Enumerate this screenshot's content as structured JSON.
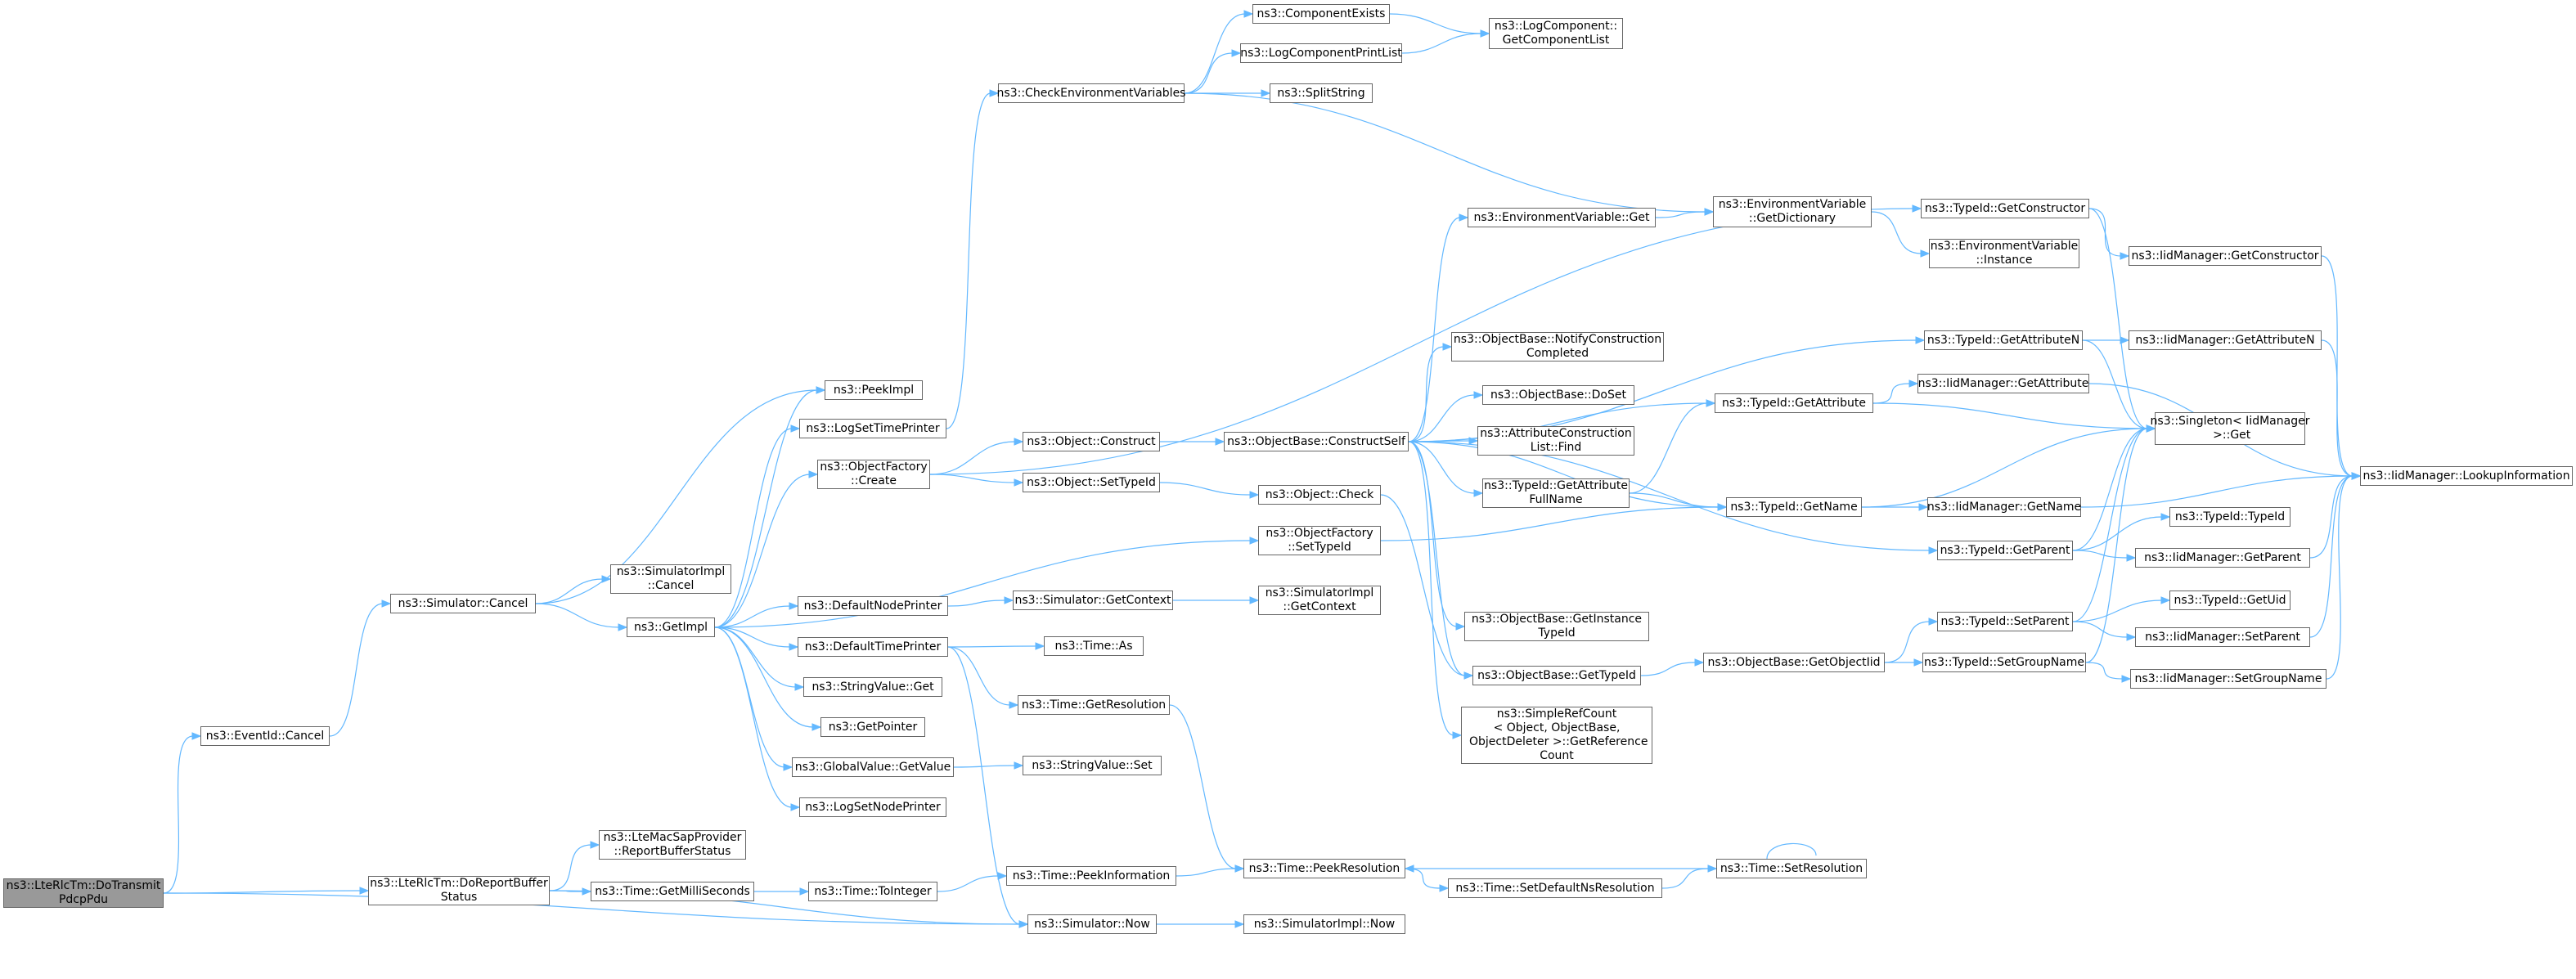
{
  "colors": {
    "edge": "#63B8FF",
    "node_border": "#666666",
    "root_fill": "#999999"
  },
  "nodes": {
    "root": "ns3::LteRlcTm::DoTransmit\nPdcpPdu",
    "eventid_cancel": "ns3::EventId::Cancel",
    "do_report": "ns3::LteRlcTm::DoReportBuffer\nStatus",
    "report_buffer_status": "ns3::LteMacSapProvider\n::ReportBufferStatus",
    "get_milliseconds": "ns3::Time::GetMilliSeconds",
    "simulator_cancel": "ns3::Simulator::Cancel",
    "simulatorimpl_cancel": "ns3::SimulatorImpl\n::Cancel",
    "getimpl": "ns3::GetImpl",
    "peekimpl": "ns3::PeekImpl",
    "logsettimeprinter": "ns3::LogSetTimePrinter",
    "objectfactory_create": "ns3::ObjectFactory\n::Create",
    "defaultnodeprinter": "ns3::DefaultNodePrinter",
    "defaulttimeprinter": "ns3::DefaultTimePrinter",
    "stringvalue_get": "ns3::StringValue::Get",
    "getpointer": "ns3::GetPointer",
    "globalvalue_getvalue": "ns3::GlobalValue::GetValue",
    "logsetnodeprinter": "ns3::LogSetNodePrinter",
    "time_tointeger": "ns3::Time::ToInteger",
    "check_env": "ns3::CheckEnvironmentVariables",
    "object_construct": "ns3::Object::Construct",
    "object_settypeid": "ns3::Object::SetTypeId",
    "simulator_getcontext": "ns3::Simulator::GetContext",
    "time_as": "ns3::Time::As",
    "time_getresolution": "ns3::Time::GetResolution",
    "stringvalue_set": "ns3::StringValue::Set",
    "time_peekinformation": "ns3::Time::PeekInformation",
    "simulator_now": "ns3::Simulator::Now",
    "componentexists": "ns3::ComponentExists",
    "logcomponentprintlist": "ns3::LogComponentPrintList",
    "splitstring": "ns3::SplitString",
    "objectbase_constructself": "ns3::ObjectBase::ConstructSelf",
    "object_check": "ns3::Object::Check",
    "objectfactory_settypeid": "ns3::ObjectFactory\n::SetTypeId",
    "simulatorimpl_getcontext": "ns3::SimulatorImpl\n::GetContext",
    "time_peekresolution": "ns3::Time::PeekResolution",
    "simulatorimpl_now": "ns3::SimulatorImpl::Now",
    "logcomponent_getcomponentlist": "ns3::LogComponent::\nGetComponentList",
    "envvar_get": "ns3::EnvironmentVariable::Get",
    "notifyconstructioncompleted": "ns3::ObjectBase::NotifyConstruction\nCompleted",
    "objectbase_doset": "ns3::ObjectBase::DoSet",
    "attributeconstructionlist_find": "ns3::AttributeConstruction\nList::Find",
    "typeid_getattributefullname": "ns3::TypeId::GetAttribute\nFullName",
    "objectbase_getinstancetypeid": "ns3::ObjectBase::GetInstance\nTypeId",
    "objectbase_gettypeid": "ns3::ObjectBase::GetTypeId",
    "simplerefcount_getreferencecount": "ns3::SimpleRefCount\n< Object, ObjectBase,\n ObjectDeleter >::GetReference\nCount",
    "time_setdefaultnsresolution": "ns3::Time::SetDefaultNsResolution",
    "envvar_getdictionary": "ns3::EnvironmentVariable\n::GetDictionary",
    "typeid_getattribute": "ns3::TypeId::GetAttribute",
    "typeid_getname": "ns3::TypeId::GetName",
    "objectbase_getobjectiid": "ns3::ObjectBase::GetObjectIid",
    "time_setresolution": "ns3::Time::SetResolution",
    "typeid_getconstructor": "ns3::TypeId::GetConstructor",
    "envvar_instance": "ns3::EnvironmentVariable\n::Instance",
    "typeid_getattributen": "ns3::TypeId::GetAttributeN",
    "iidmanager_getattribute": "ns3::IidManager::GetAttribute",
    "iidmanager_getname": "ns3::IidManager::GetName",
    "typeid_getparent": "ns3::TypeId::GetParent",
    "typeid_setparent": "ns3::TypeId::SetParent",
    "typeid_setgroupname": "ns3::TypeId::SetGroupName",
    "iidmanager_getconstructor": "ns3::IidManager::GetConstructor",
    "iidmanager_getattributen": "ns3::IidManager::GetAttributeN",
    "singleton_get": "ns3::Singleton< IidManager\n >::Get",
    "typeid_typeid": "ns3::TypeId::TypeId",
    "iidmanager_getparent": "ns3::IidManager::GetParent",
    "typeid_getuid": "ns3::TypeId::GetUid",
    "iidmanager_setparent": "ns3::IidManager::SetParent",
    "iidmanager_setgroupname": "ns3::IidManager::SetGroupName",
    "iidmanager_lookupinformation": "ns3::IidManager::LookupInformation"
  }
}
